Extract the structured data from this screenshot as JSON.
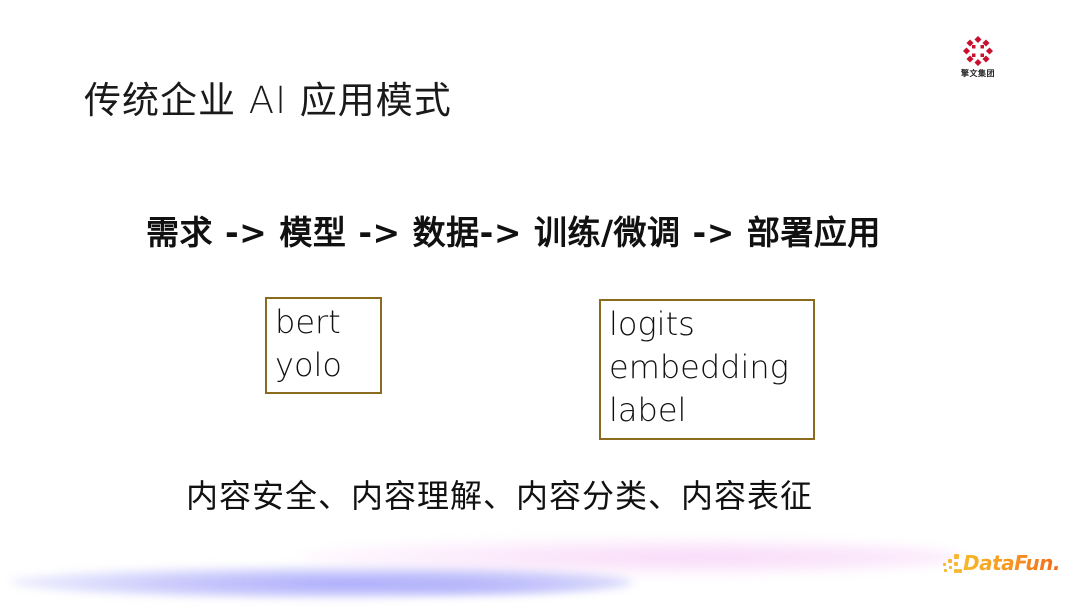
{
  "slide": {
    "title": "传统企业 AI 应用模式",
    "flow": "需求 -> 模型 -> 数据-> 训练/微调 -> 部署应用",
    "model_box": {
      "lines": [
        "bert",
        "yolo"
      ]
    },
    "data_box": {
      "lines": [
        "logits",
        "embedding",
        "label"
      ]
    },
    "use_cases": "内容安全、内容理解、内容分类、内容表征",
    "box_border_color": "#8b6b1e"
  },
  "logos": {
    "top_right": {
      "icon": "red-flower-logo-icon",
      "text": "擎文集团",
      "color": "#c8102e"
    },
    "bottom_right": {
      "icon": "datafun-dots-icon",
      "text": "DataFun.",
      "colors": [
        "#f8b82a",
        "#f26b1d"
      ]
    }
  }
}
